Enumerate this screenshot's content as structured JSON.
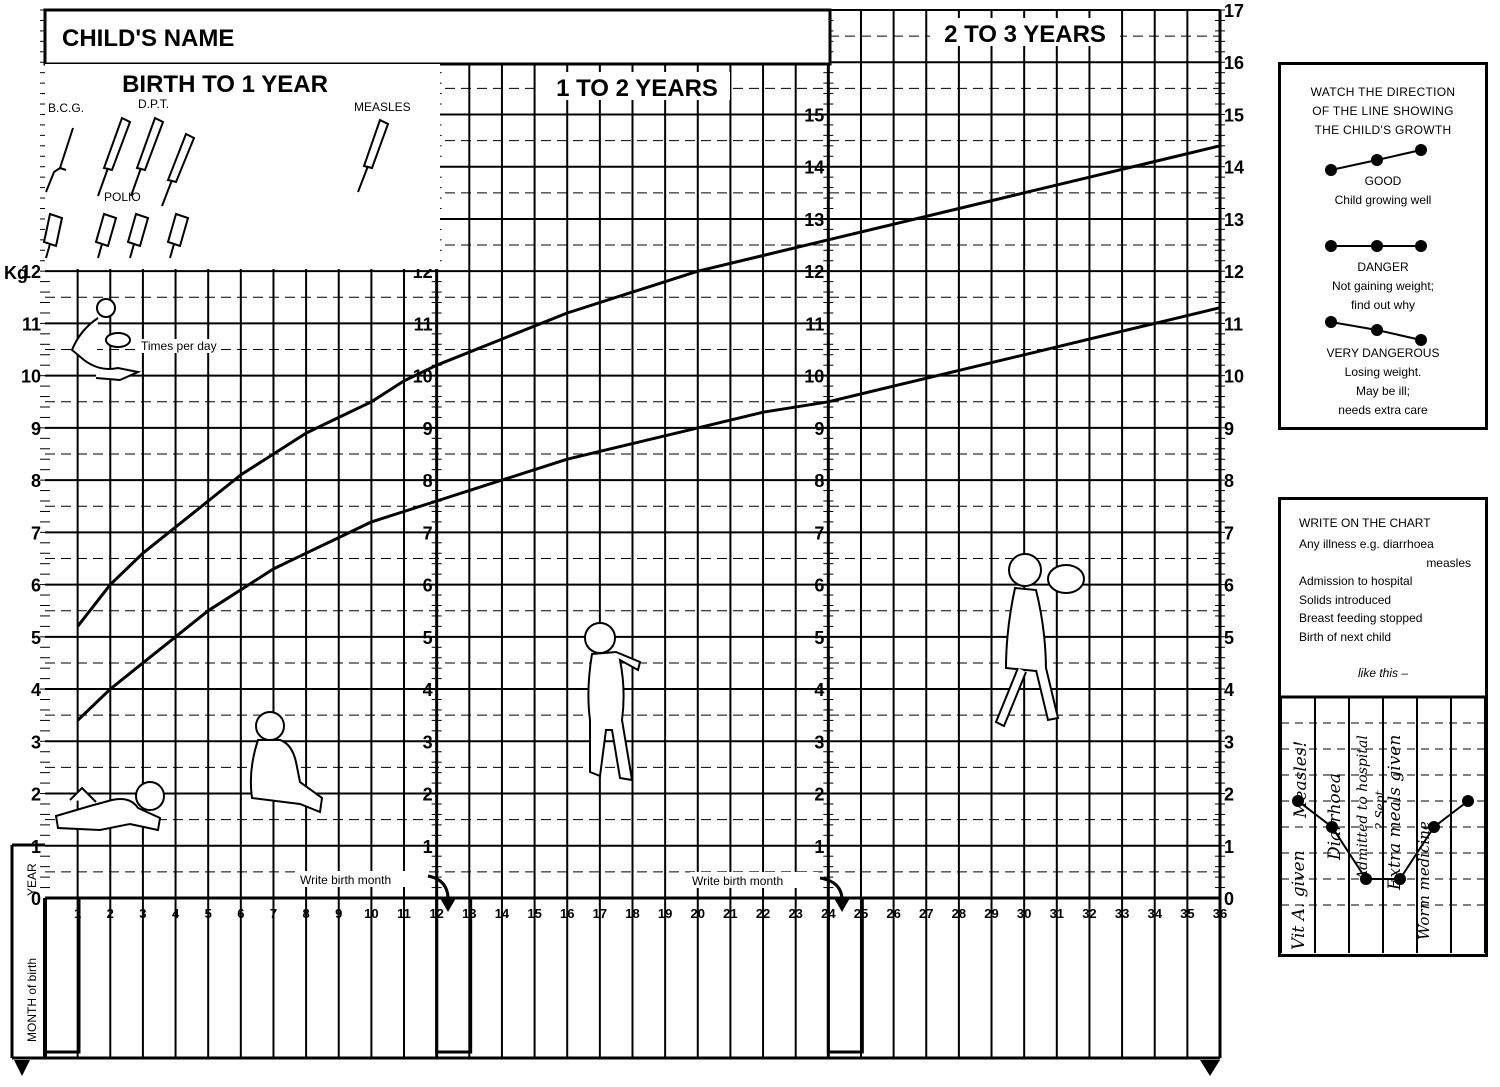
{
  "header": {
    "childs_name_label": "CHILD'S NAME",
    "birth_to_1_year": "BIRTH TO 1 YEAR",
    "one_to_2_years": "1 TO 2 YEARS",
    "two_to_3_years": "2 TO 3 YEARS"
  },
  "vaccines": {
    "bcg": "B.C.G.",
    "dpt": "D.P.T.",
    "measles": "MEASLES",
    "polio": "POLIO",
    "times_per_day": "Times per day"
  },
  "axis": {
    "kg_label": "Kg",
    "year_label": "YEAR",
    "month_of_birth_label": "MONTH of birth",
    "write_birth_month": "Write birth month"
  },
  "legend": {
    "title_lines": [
      "WATCH THE DIRECTION",
      "OF THE LINE SHOWING",
      "THE CHILD'S GROWTH"
    ],
    "items": [
      {
        "label": "GOOD",
        "desc": [
          "Child growing well"
        ],
        "trend": "rising"
      },
      {
        "label": "DANGER",
        "desc": [
          "Not gaining weight;",
          "find out why"
        ],
        "trend": "flat"
      },
      {
        "label": "VERY DANGEROUS",
        "desc": [
          "Losing weight.",
          "May be ill;",
          "needs extra care"
        ],
        "trend": "falling"
      }
    ]
  },
  "notes": {
    "title": "WRITE ON THE CHART",
    "items": [
      "Any illness e.g. diarrhoea",
      "measles",
      "Admission to hospital",
      "Solids introduced",
      "Breast feeding stopped",
      "Birth of next child"
    ],
    "like_this": "like this –",
    "example_annotations": [
      "Vit A. given",
      "Measles!",
      "Diarrhoea",
      "Admitted to hospital",
      "2 Sept",
      "Extra meals given",
      "Worm medicine"
    ],
    "example_weights": [
      4,
      3,
      1,
      1,
      3,
      4
    ]
  },
  "chart_data": {
    "type": "line",
    "xlabel": "MONTH of birth",
    "ylabel": "Kg",
    "xlim": [
      0,
      36
    ],
    "ylim": [
      0,
      17
    ],
    "x_ticks": [
      1,
      2,
      3,
      4,
      5,
      6,
      7,
      8,
      9,
      10,
      11,
      12,
      13,
      14,
      15,
      16,
      17,
      18,
      19,
      20,
      21,
      22,
      23,
      24,
      25,
      26,
      27,
      28,
      29,
      30,
      31,
      32,
      33,
      34,
      35,
      36
    ],
    "y_ticks": [
      0,
      1,
      2,
      3,
      4,
      5,
      6,
      7,
      8,
      9,
      10,
      11,
      12,
      13,
      14,
      15,
      16,
      17
    ],
    "grid": true,
    "series": [
      {
        "x": [
          1,
          2,
          3,
          4,
          5,
          6,
          7,
          8,
          9,
          10,
          11,
          12,
          14,
          16,
          18,
          20,
          22,
          24,
          26,
          28,
          30,
          32,
          34,
          36
        ],
        "y": [
          5.2,
          6.0,
          6.6,
          7.1,
          7.6,
          8.1,
          8.5,
          8.9,
          9.2,
          9.5,
          9.9,
          10.2,
          10.7,
          11.2,
          11.6,
          12.0,
          12.3,
          12.6,
          12.9,
          13.2,
          13.5,
          13.8,
          14.1,
          14.4
        ]
      },
      {
        "x": [
          1,
          2,
          3,
          4,
          5,
          6,
          7,
          8,
          9,
          10,
          11,
          12,
          14,
          16,
          18,
          20,
          22,
          24,
          26,
          28,
          30,
          32,
          34,
          36
        ],
        "y": [
          3.4,
          4.0,
          4.5,
          5.0,
          5.5,
          5.9,
          6.3,
          6.6,
          6.9,
          7.2,
          7.4,
          7.6,
          8.0,
          8.4,
          8.7,
          9.0,
          9.3,
          9.5,
          9.8,
          10.1,
          10.4,
          10.7,
          11.0,
          11.3
        ]
      }
    ]
  }
}
